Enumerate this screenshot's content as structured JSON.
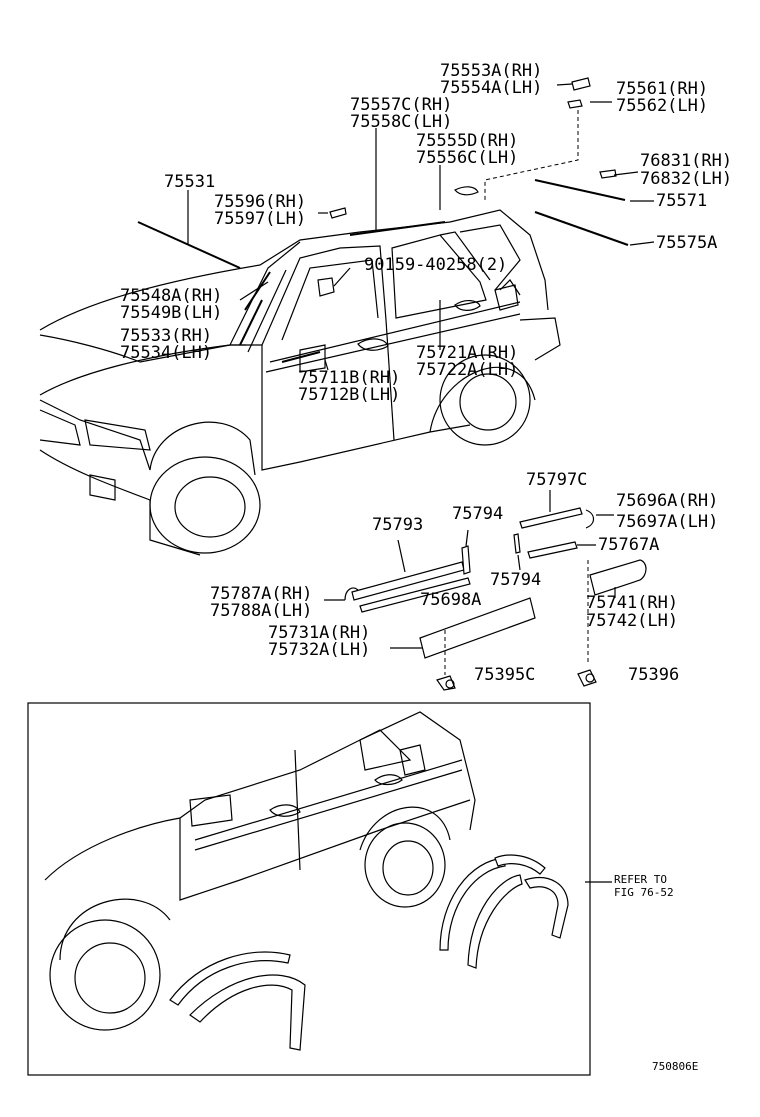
{
  "labels": {
    "p75553A": "75553A(RH)",
    "p75554A": "75554A(LH)",
    "p75561": "75561(RH)",
    "p75562": "75562(LH)",
    "p75557C": "75557C(RH)",
    "p75558C": "75558C(LH)",
    "p75555D": "75555D(RH)",
    "p75556C": "75556C(LH)",
    "p75531": "75531",
    "p76831": "76831(RH)",
    "p76832": "76832(LH)",
    "p75596": "75596(RH)",
    "p75597": "75597(LH)",
    "p75571": "75571",
    "p75575A": "75575A",
    "p90159": "90159-40258(2)",
    "p75548A": "75548A(RH)",
    "p75549B": "75549B(LH)",
    "p75533": "75533(RH)",
    "p75534": "75534(LH)",
    "p75721A": "75721A(RH)",
    "p75722A": "75722A(LH)",
    "p75711B": "75711B(RH)",
    "p75712B": "75712B(LH)",
    "p75797C": "75797C",
    "p75696A": "75696A(RH)",
    "p75697A": "75697A(LH)",
    "p75793": "75793",
    "p75794a": "75794",
    "p75767A": "75767A",
    "p75794b": "75794",
    "p75787A": "75787A(RH)",
    "p75788A": "75788A(LH)",
    "p75698A": "75698A",
    "p75741": "75741(RH)",
    "p75742": "75742(LH)",
    "p75731A": "75731A(RH)",
    "p75732A": "75732A(LH)",
    "p75395C": "75395C",
    "p75396": "75396"
  },
  "refer": {
    "line1": "REFER TO",
    "line2": "FIG 76-52"
  },
  "figure_number": "750806E"
}
